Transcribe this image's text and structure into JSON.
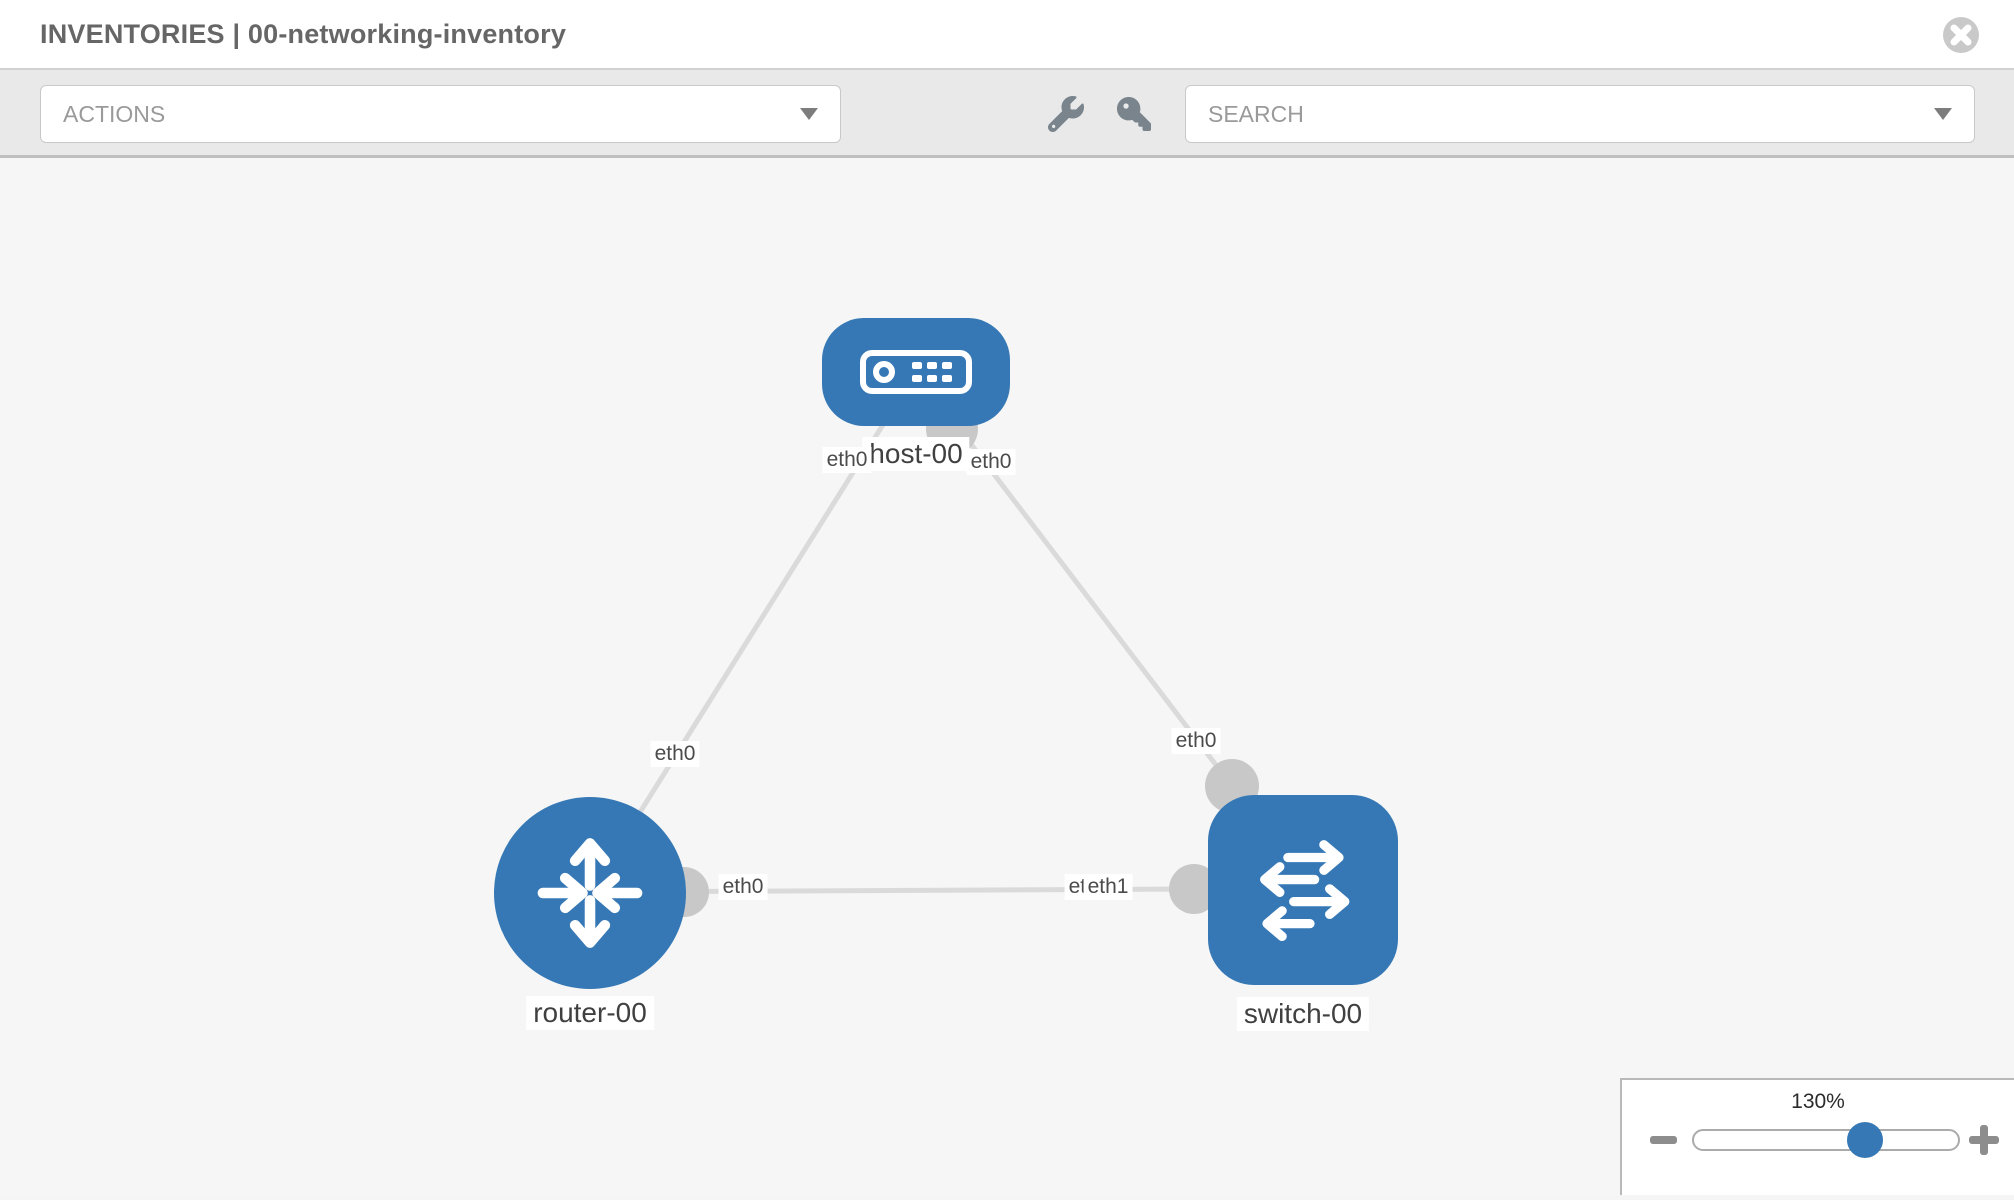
{
  "header": {
    "title": "INVENTORIES | 00-networking-inventory",
    "close_icon": "circle-x"
  },
  "toolbar": {
    "actions_label": "ACTIONS",
    "search_placeholder": "SEARCH",
    "icons": [
      "wrench-icon",
      "key-icon"
    ]
  },
  "topology": {
    "nodes": [
      {
        "label": "host-00",
        "type": "host",
        "icon": "server-icon"
      },
      {
        "label": "router-00",
        "type": "router",
        "icon": "router-arrows-icon"
      },
      {
        "label": "switch-00",
        "type": "switch",
        "icon": "switch-arrows-icon"
      }
    ],
    "links": [
      {
        "from": "host-00",
        "to": "router-00"
      },
      {
        "from": "host-00",
        "to": "switch-00"
      },
      {
        "from": "router-00",
        "to": "switch-00"
      }
    ],
    "iface_labels": [
      {
        "text": "eth0"
      },
      {
        "text": "eth0"
      },
      {
        "text": "eth0"
      },
      {
        "text": "eth0"
      },
      {
        "text": "eth0"
      },
      {
        "text": "eth0"
      },
      {
        "text": "eth1"
      }
    ]
  },
  "zoom": {
    "level": "130%"
  },
  "colors": {
    "node_blue": "#3678b5",
    "link_gray": "#dadada",
    "connector_gray": "#c8c8c8"
  }
}
